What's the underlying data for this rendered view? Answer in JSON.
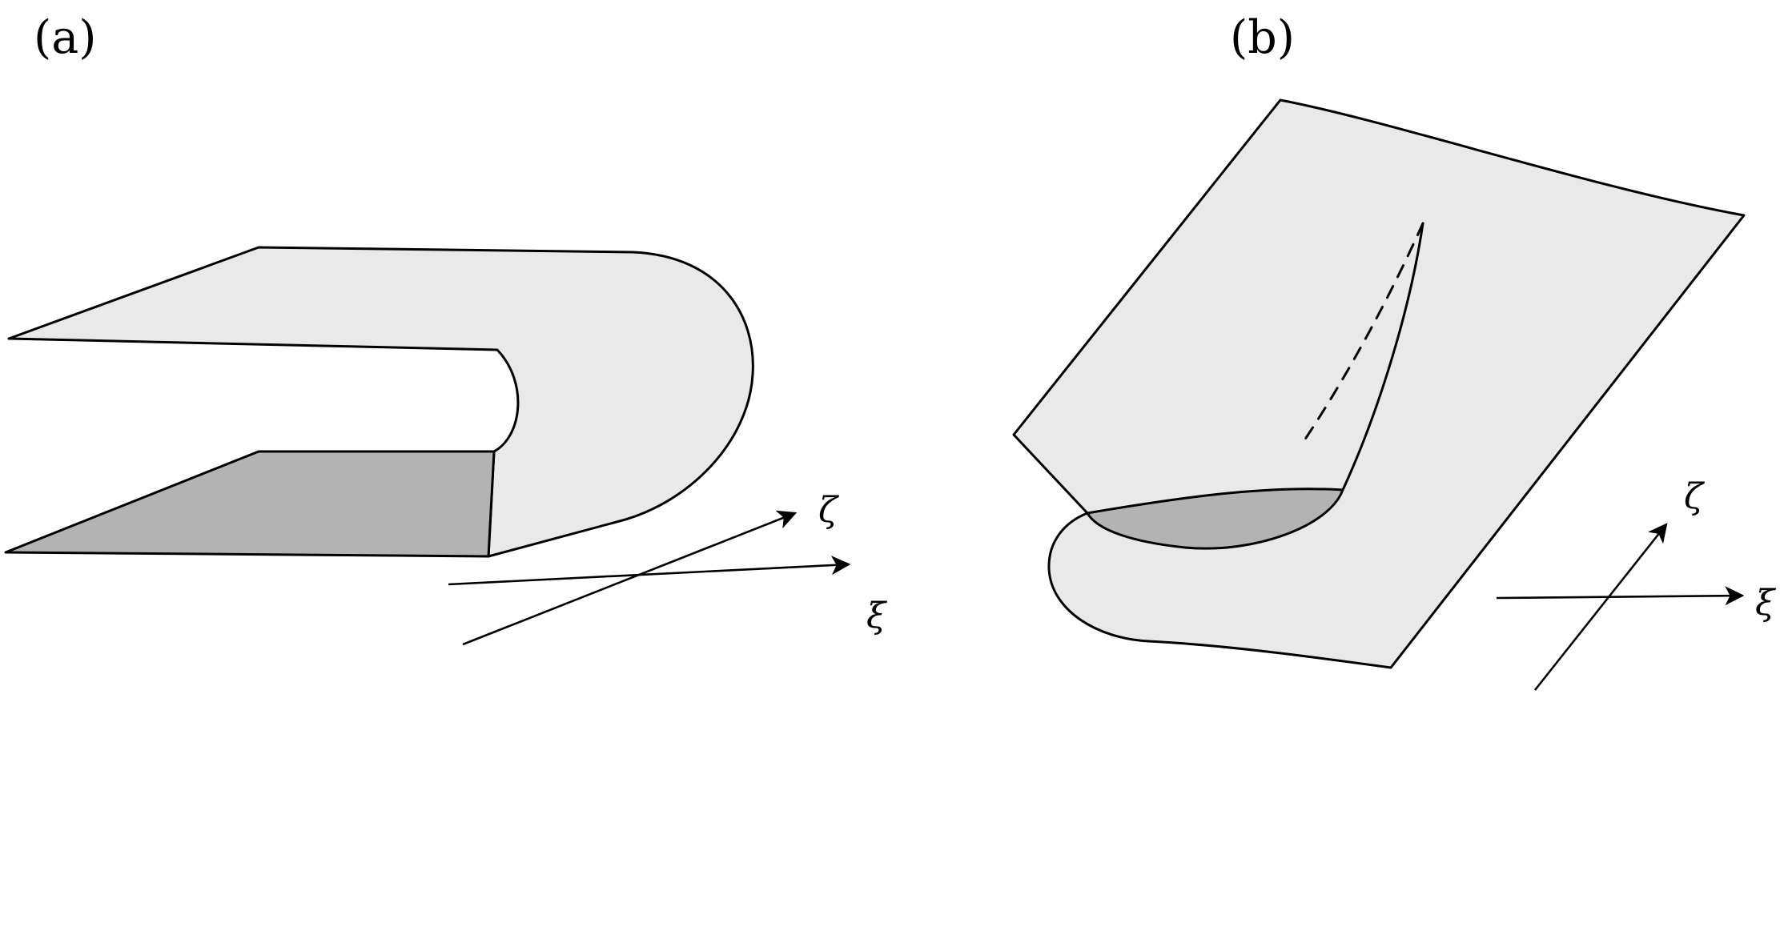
{
  "figure": {
    "panels": [
      {
        "label": "(a)",
        "axis_labels": {
          "zeta": "ζ",
          "xi": "ξ"
        }
      },
      {
        "label": "(b)",
        "axis_labels": {
          "zeta": "ζ",
          "xi": "ξ"
        }
      }
    ],
    "colors": {
      "background": "#ffffff",
      "surface_light": "#e9e9e9",
      "surface_dark": "#b3b3b3",
      "outline": "#000000"
    }
  }
}
